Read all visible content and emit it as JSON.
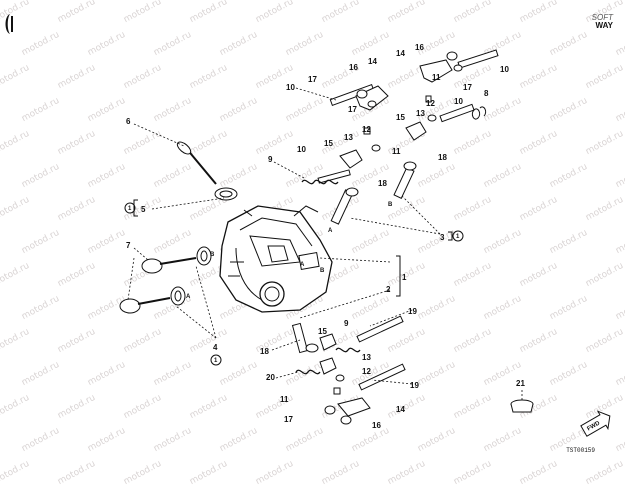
{
  "logo": {
    "line1": "SOFT",
    "line2": "WAY"
  },
  "watermark": "motod.ru",
  "doc_code": "TST00159",
  "icons": {
    "fwd_arrow": "FWD",
    "ref_glyph": "1"
  },
  "part_numbers": [
    "1",
    "2",
    "3",
    "4",
    "5",
    "6",
    "7",
    "8",
    "9",
    "10",
    "11",
    "12",
    "13",
    "14",
    "15",
    "16",
    "17",
    "18",
    "19",
    "20",
    "21"
  ],
  "callouts": {
    "n6": "6",
    "n5": "5",
    "n7": "7",
    "n4": "4",
    "n1": "1",
    "n2": "2",
    "n3": "3",
    "top_n16": "16",
    "top_n14": "14",
    "top_n10": "10",
    "top_n17a": "17",
    "top_n17b": "17",
    "top_n11": "11",
    "top_n12": "12",
    "top_n13": "13",
    "top_n8": "8",
    "top_n10b": "10",
    "top_n17c": "17",
    "top_n16b": "16",
    "top_n14b": "14",
    "top_n15a": "15",
    "top_n12b": "12",
    "top_n13b": "13",
    "top_n11b": "11",
    "top_n15b": "15",
    "top_n10c": "10",
    "top_n9": "9",
    "top_n18a": "18",
    "top_n18b": "18",
    "bot_n19a": "19",
    "bot_n15": "15",
    "bot_n9": "9",
    "bot_n18": "18",
    "bot_n13": "13",
    "bot_n20": "20",
    "bot_n12": "12",
    "bot_n19b": "19",
    "bot_n11": "11",
    "bot_n14": "14",
    "bot_n17": "17",
    "bot_n16": "16",
    "n21": "21"
  },
  "markers": {
    "A": "A",
    "B": "B"
  }
}
